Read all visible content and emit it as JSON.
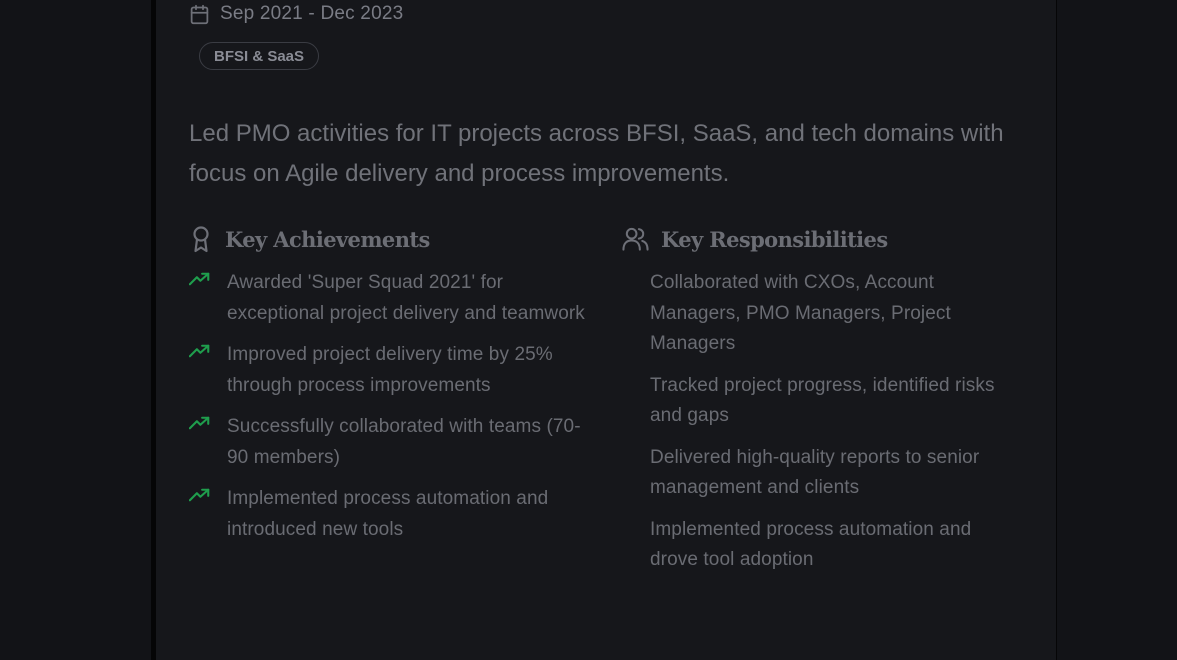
{
  "experience": {
    "date_range": "Sep 2021 - Dec 2023",
    "tag": "BFSI & SaaS",
    "summary": "Led PMO activities for IT projects across BFSI, SaaS, and tech domains with focus on Agile delivery and process improvements.",
    "achievements": {
      "title": "Key Achievements",
      "icon": "award-icon",
      "items": [
        "Awarded 'Super Squad 2021' for exceptional project delivery and teamwork",
        "Improved project delivery time by 25% through process improvements",
        "Successfully collaborated with teams (70-90 members)",
        "Implemented process automation and introduced new tools"
      ]
    },
    "responsibilities": {
      "title": "Key Responsibilities",
      "icon": "users-icon",
      "items": [
        "Collaborated with CXOs, Account Managers, PMO Managers, Project Managers",
        "Tracked project progress, identified risks and gaps",
        "Delivered high-quality reports to senior management and clients",
        "Implemented process automation and drove tool adoption"
      ]
    }
  },
  "colors": {
    "accent_green": "#1f9e4d",
    "background": "#121317",
    "card": "#16171b"
  }
}
